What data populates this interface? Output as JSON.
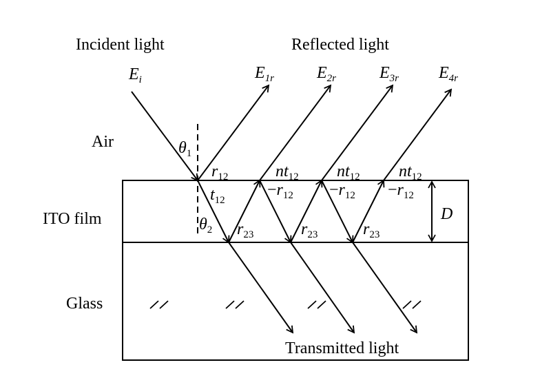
{
  "labels": {
    "incident": "Incident light",
    "reflected": "Reflected light",
    "transmitted": "Transmitted light",
    "air": "Air",
    "ito": "ITO film",
    "glass": "Glass",
    "thickness": "D"
  },
  "fields": {
    "incident": {
      "main": "E",
      "sub": "i"
    },
    "reflected": [
      {
        "main": "E",
        "sub": "1r"
      },
      {
        "main": "E",
        "sub": "2r"
      },
      {
        "main": "E",
        "sub": "3r"
      },
      {
        "main": "E",
        "sub": "4r"
      }
    ]
  },
  "angles": {
    "theta1": {
      "main": "θ",
      "sub": "1"
    },
    "theta2": {
      "main": "θ",
      "sub": "2"
    }
  },
  "coefficients": {
    "r12": {
      "main": "r",
      "sub": "12"
    },
    "t12": {
      "main": "t",
      "sub": "12"
    },
    "nt12": {
      "main": "nt",
      "sub": "12"
    },
    "neg_r12": {
      "prefix": "−",
      "main": "r",
      "sub": "12"
    },
    "r23": {
      "main": "r",
      "sub": "23"
    }
  },
  "colors": {
    "line": "#000000",
    "background": "#ffffff"
  }
}
